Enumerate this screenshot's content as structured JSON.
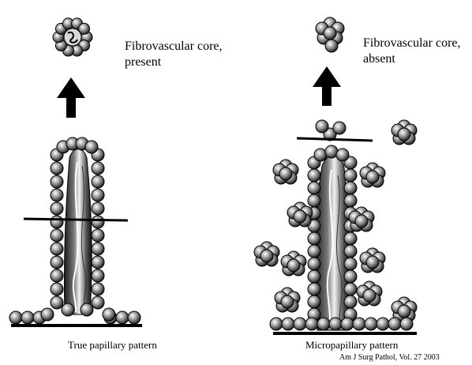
{
  "left_panel": {
    "core_label_line1": "Fibrovascular core,",
    "core_label_line2": "present",
    "caption": "True papillary pattern"
  },
  "right_panel": {
    "core_label_line1": "Fibrovascular core,",
    "core_label_line2": "absent",
    "caption": "Micropapillary pattern"
  },
  "citation": "Am J Surg Pathol, Vol. 27 2003"
}
